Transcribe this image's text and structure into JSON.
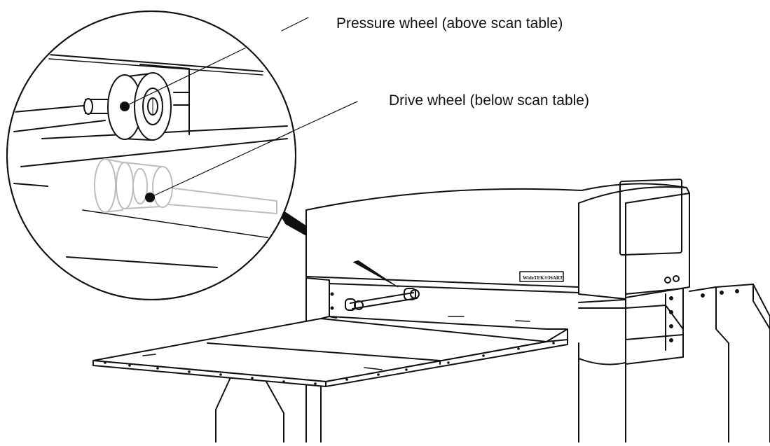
{
  "labels": {
    "pressure_wheel": "Pressure wheel (above scan table)",
    "drive_wheel": "Drive wheel (below scan table)"
  },
  "scanner": {
    "brand_label": "WideTEK®36ART"
  },
  "colors": {
    "line": "#111111",
    "ghost": "#bdbdbd",
    "background": "#ffffff"
  }
}
